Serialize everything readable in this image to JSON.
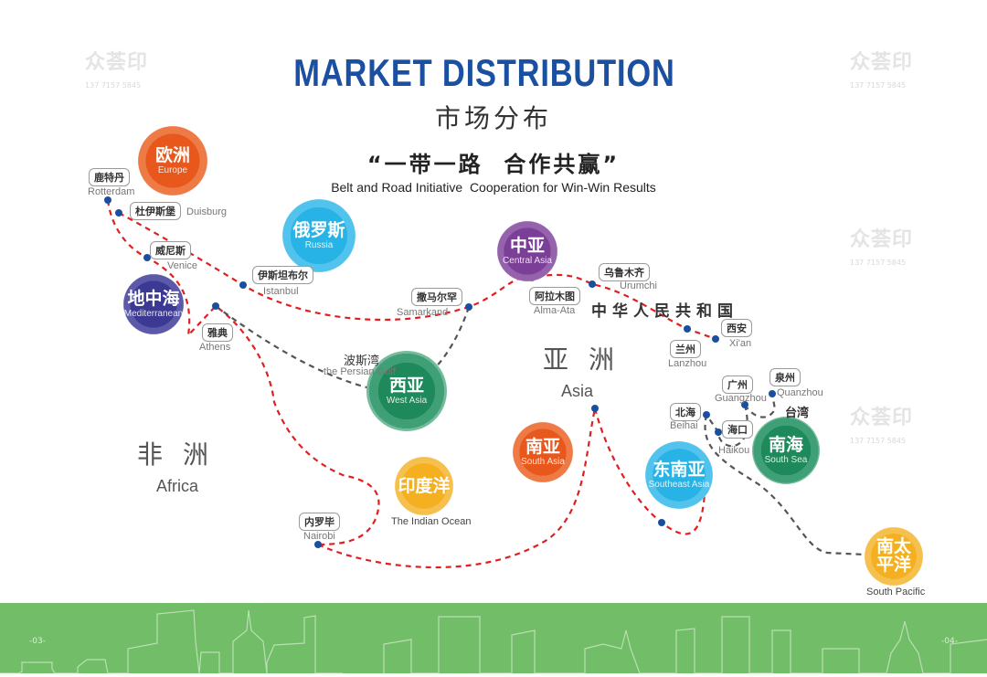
{
  "header": {
    "title": "MARKET DISTRIBUTION",
    "subtitle_cn": "市场分布",
    "slogan": "“一带一路  合作共赢”",
    "slogan_en": "Belt and Road Initiative  Cooperation for Win-Win Results"
  },
  "regions": [
    {
      "cn": "欧洲",
      "en": "Europe",
      "color": "#e8581c"
    },
    {
      "cn": "俄罗斯",
      "en": "Russia",
      "color": "#27b3e6"
    },
    {
      "cn": "地中海",
      "en": "Mediterranean",
      "color": "#3b3993"
    },
    {
      "cn": "中亚",
      "en": "Central Asia",
      "color": "#7b3f98"
    },
    {
      "cn": "西亚",
      "en": "West Asia",
      "color": "#1e8a5b"
    },
    {
      "cn": "南亚",
      "en": "South Asia",
      "color": "#e8581c"
    },
    {
      "cn": "东南亚",
      "en": "Southeast Asia",
      "color": "#27b3e6"
    },
    {
      "cn": "南海",
      "en": "South Sea",
      "color": "#1e8a5b"
    },
    {
      "cn": "印度洋",
      "en": "The Indian Ocean",
      "color": "#f4b020"
    },
    {
      "cn": "南太平洋",
      "en": "South Pacific",
      "color": "#f4b020"
    }
  ],
  "cities": [
    {
      "cn": "鹿特丹",
      "en": "Rotterdam"
    },
    {
      "cn": "杜伊斯堡",
      "en": "Duisburg"
    },
    {
      "cn": "威尼斯",
      "en": "Venice"
    },
    {
      "cn": "伊斯坦布尔",
      "en": "Istanbul"
    },
    {
      "cn": "雅典",
      "en": "Athens"
    },
    {
      "cn": "撒马尔罕",
      "en": "Samarkand"
    },
    {
      "cn": "阿拉木图",
      "en": "Alma-Ata"
    },
    {
      "cn": "乌鲁木齐",
      "en": "Urumchi"
    },
    {
      "cn": "西安",
      "en": "Xi'an"
    },
    {
      "cn": "兰州",
      "en": "Lanzhou"
    },
    {
      "cn": "广州",
      "en": "Guangzhou"
    },
    {
      "cn": "泉州",
      "en": "Quanzhou"
    },
    {
      "cn": "北海",
      "en": "Beihai"
    },
    {
      "cn": "海口",
      "en": "Haikou"
    },
    {
      "cn": "内罗毕",
      "en": "Nairobi"
    }
  ],
  "areas": {
    "africa_cn": "非洲",
    "africa_en": "Africa",
    "asia_cn": "亚洲",
    "asia_en": "Asia",
    "china": "中华人民共和国",
    "gulf_cn": "波斯湾",
    "gulf_en": "the Persian Gulf",
    "taiwan": "台湾"
  },
  "footer": {
    "page_left": "-03-",
    "page_right": "-04-"
  },
  "watermark": {
    "text": "众荟印",
    "phone": "137 7157 5845"
  },
  "colors": {
    "route": "#e02020",
    "sea_route": "#555555",
    "dot": "#1a4fa0",
    "band": "#72bd67"
  }
}
